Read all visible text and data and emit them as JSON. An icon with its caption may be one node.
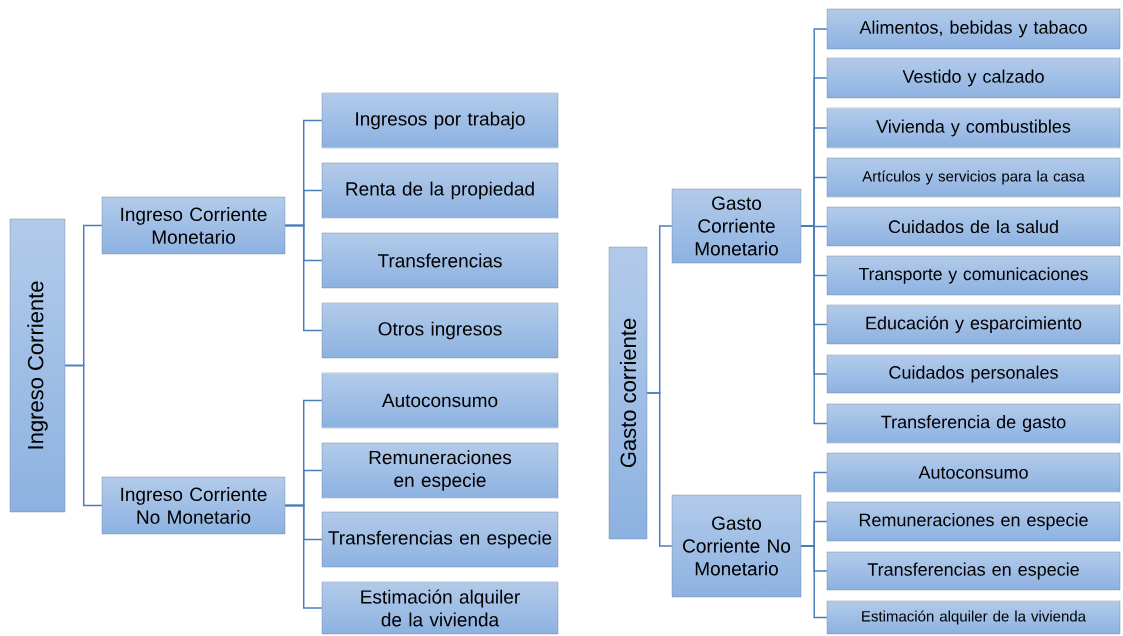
{
  "diagram": {
    "nodes": [
      {
        "text": [
          "Ingreso Corriente"
        ]
      },
      {
        "text": [
          "Ingreso Corriente Monetario"
        ]
      },
      {
        "text": [
          "Ingresos por trabajo"
        ]
      },
      {
        "text": [
          "Renta de la propiedad"
        ]
      },
      {
        "text": [
          "Transferencias"
        ]
      },
      {
        "text": [
          "Otros ingresos"
        ]
      },
      {
        "text": [
          "Ingreso Corriente No Monetario"
        ]
      },
      {
        "text": [
          "Autoconsumo"
        ]
      },
      {
        "text": [
          "Remuneraciones en especie"
        ]
      },
      {
        "text": [
          "Transferencias en especie"
        ]
      },
      {
        "text": [
          "Estimación alquiler de la vivienda"
        ]
      },
      {
        "text": [
          "Gasto corriente"
        ]
      },
      {
        "text": [
          "Gasto Corriente Monetario"
        ]
      },
      {
        "text": [
          "Alimentos, bebidas y tabaco"
        ]
      },
      {
        "text": [
          "Vestido y calzado"
        ]
      },
      {
        "text": [
          "Vivienda y combustibles"
        ]
      },
      {
        "text": [
          "Artículos y servicios para la casa"
        ]
      },
      {
        "text": [
          "Cuidados de la salud"
        ]
      },
      {
        "text": [
          "Transporte y comunicaciones"
        ]
      },
      {
        "text": [
          "Educación y esparcimiento"
        ]
      },
      {
        "text": [
          "Cuidados personales"
        ]
      },
      {
        "text": [
          "Transferencia de gasto"
        ]
      },
      {
        "text": [
          "Gasto Corriente No Monetario"
        ]
      },
      {
        "text": [
          "Autoconsumo"
        ]
      },
      {
        "text": [
          "Remuneraciones en especie"
        ]
      },
      {
        "text": [
          "Transferencias en especie"
        ]
      },
      {
        "text": [
          "Estimación alquiler de la vivienda"
        ]
      }
    ],
    "edges": [
      {
        "from": 0,
        "to": 1,
        "arrow": "none"
      },
      {
        "from": 0,
        "to": 6,
        "arrow": "none"
      },
      {
        "from": 1,
        "to": 2,
        "arrow": "none"
      },
      {
        "from": 1,
        "to": 3,
        "arrow": "none"
      },
      {
        "from": 1,
        "to": 4,
        "arrow": "none"
      },
      {
        "from": 1,
        "to": 5,
        "arrow": "none"
      },
      {
        "from": 6,
        "to": 7,
        "arrow": "none"
      },
      {
        "from": 6,
        "to": 8,
        "arrow": "none"
      },
      {
        "from": 6,
        "to": 9,
        "arrow": "none"
      },
      {
        "from": 6,
        "to": 10,
        "arrow": "none"
      },
      {
        "from": 11,
        "to": 12,
        "arrow": "none"
      },
      {
        "from": 11,
        "to": 22,
        "arrow": "none"
      },
      {
        "from": 12,
        "to": 13,
        "arrow": "none"
      },
      {
        "from": 12,
        "to": 14,
        "arrow": "none"
      },
      {
        "from": 12,
        "to": 15,
        "arrow": "none"
      },
      {
        "from": 12,
        "to": 16,
        "arrow": "none"
      },
      {
        "from": 12,
        "to": 17,
        "arrow": "none"
      },
      {
        "from": 12,
        "to": 18,
        "arrow": "none"
      },
      {
        "from": 12,
        "to": 19,
        "arrow": "none"
      },
      {
        "from": 12,
        "to": 20,
        "arrow": "none"
      },
      {
        "from": 12,
        "to": 21,
        "arrow": "none"
      },
      {
        "from": 22,
        "to": 23,
        "arrow": "none"
      },
      {
        "from": 22,
        "to": 24,
        "arrow": "none"
      },
      {
        "from": 22,
        "to": 25,
        "arrow": "none"
      },
      {
        "from": 22,
        "to": 26,
        "arrow": "none"
      }
    ]
  }
}
